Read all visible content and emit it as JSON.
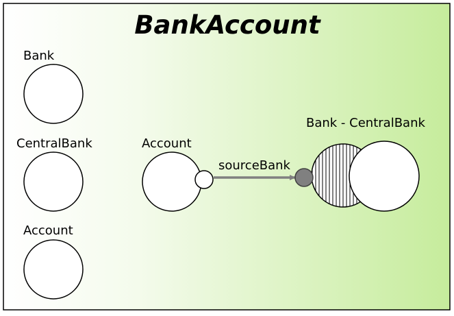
{
  "title": "BankAccount",
  "colors": {
    "background_left": "#ffffff",
    "background_right": "#c6ec9c",
    "frame_stroke": "#000000",
    "node_fill": "#ffffff",
    "edge_color": "#808080",
    "target_port_fill": "#808080"
  },
  "legend_nodes": [
    {
      "label": "Bank"
    },
    {
      "label": "CentralBank"
    },
    {
      "label": "Account"
    }
  ],
  "source_node": {
    "label": "Account"
  },
  "edge": {
    "label": "sourceBank"
  },
  "target_node": {
    "label": "Bank - CentralBank",
    "left_fill": "hatched",
    "right_fill": "white"
  }
}
